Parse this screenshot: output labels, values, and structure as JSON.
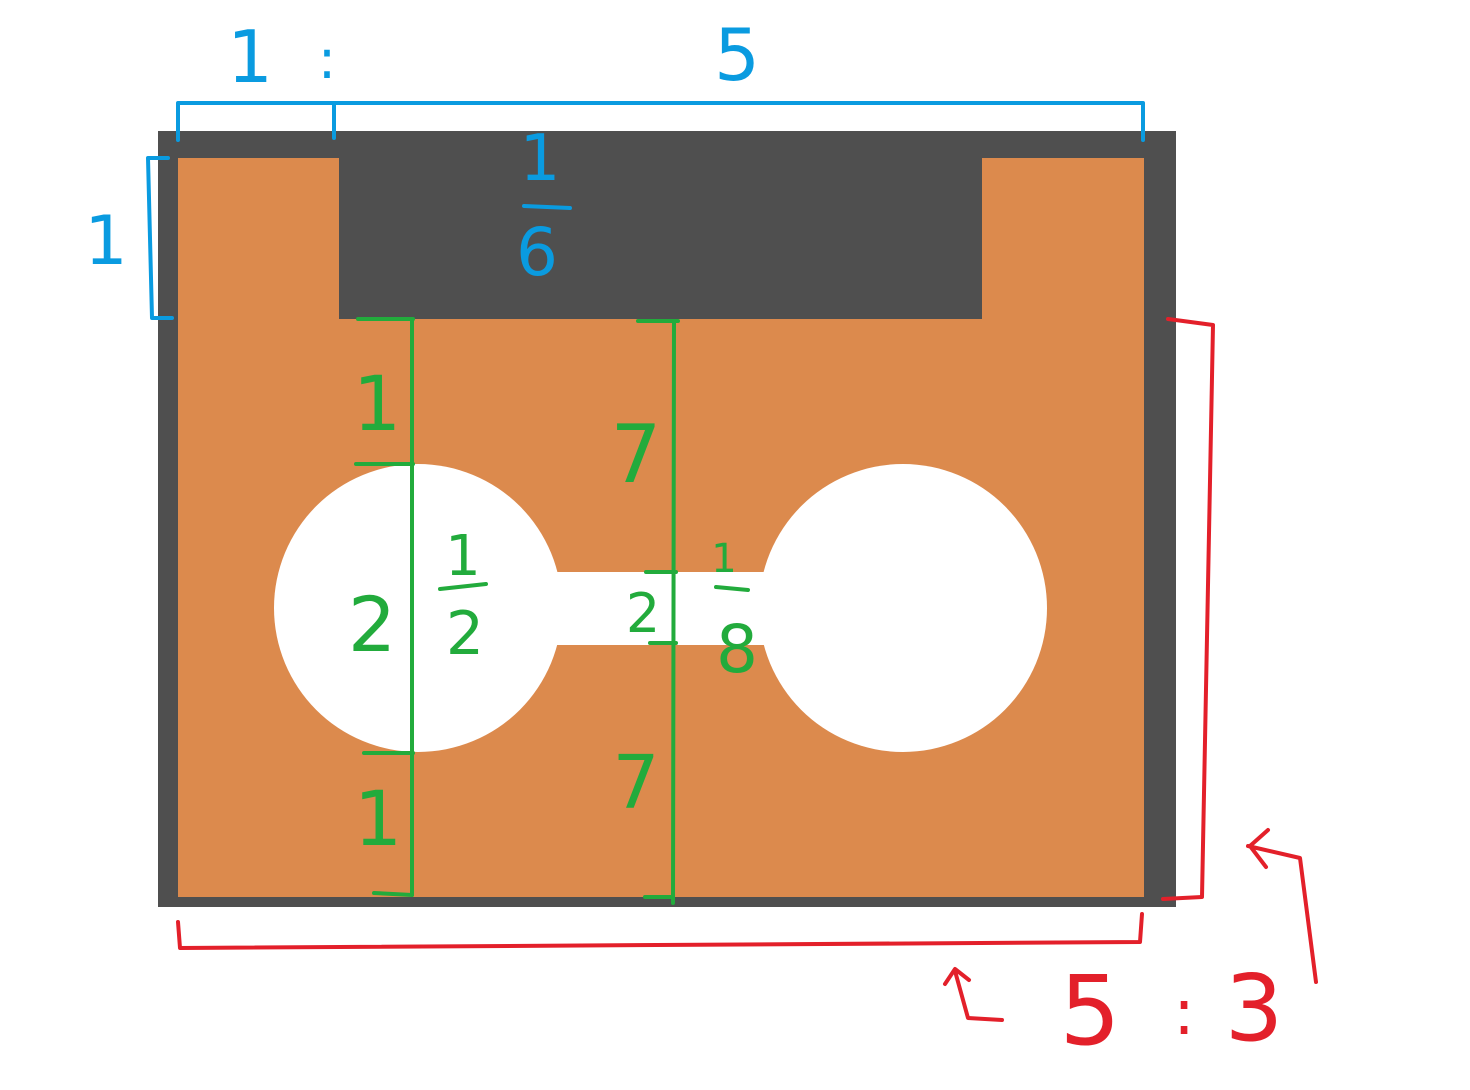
{
  "colors": {
    "frame": "#4f4f4f",
    "orange": "#dc8a4d",
    "white": "#ffffff",
    "blue": "#0a9be0",
    "green": "#22ab3c",
    "red": "#e3202a"
  },
  "annotations": {
    "top_ratio_left": "1",
    "top_ratio_colon": ":",
    "top_ratio_right": "5",
    "fraction_one_sixth_num": "1",
    "fraction_one_sixth_den": "6",
    "left_height": "1",
    "green_top": "1",
    "green_middle": "2",
    "green_bottom": "1",
    "half_num": "1",
    "half_den": "2",
    "green_seven_top": "7",
    "green_seven_bottom": "7",
    "bar_height": "2",
    "eighth_num": "1",
    "eighth_den": "8",
    "bottom_ratio_left": "5",
    "bottom_ratio_colon": ":",
    "bottom_ratio_right": "3"
  }
}
